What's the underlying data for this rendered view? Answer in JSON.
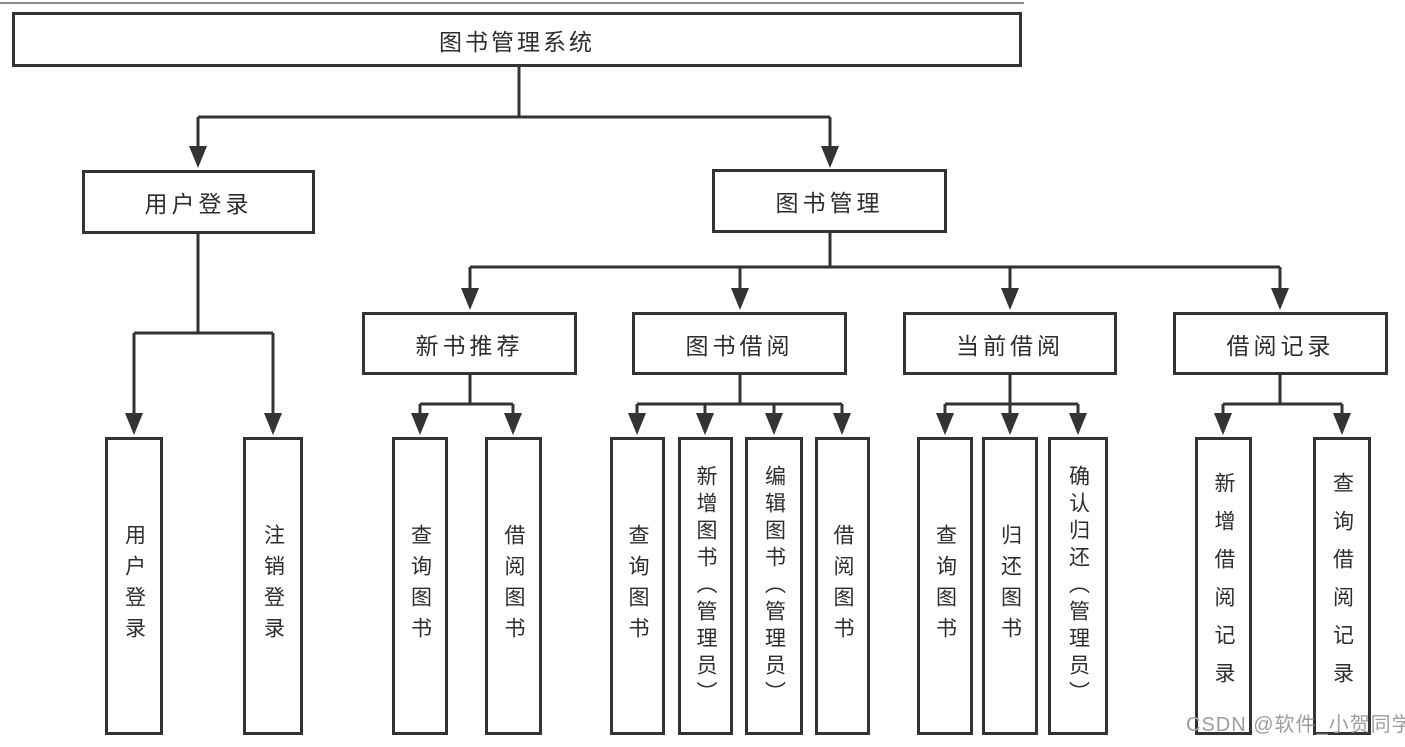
{
  "diagram": {
    "title": "图书管理系统",
    "level2": {
      "user_login": "用户登录",
      "book_mgmt": "图书管理"
    },
    "level3": {
      "new_book": "新书推荐",
      "book_borrow": "图书借阅",
      "current_borrow": "当前借阅",
      "borrow_records": "借阅记录"
    },
    "leaves": {
      "user_login": [
        "用户登录",
        "注销登录"
      ],
      "new_book": [
        "查询图书",
        "借阅图书"
      ],
      "book_borrow": [
        "查询图书",
        "新增图书（管理员）",
        "编辑图书（管理员）",
        "借阅图书"
      ],
      "current_borrow": [
        "查询图书",
        "归还图书",
        "确认归还（管理员）"
      ],
      "borrow_records": [
        "新增借阅记录",
        "查询借阅记录"
      ]
    }
  },
  "watermark": "CSDN @软件_小贺同学",
  "colors": {
    "line": "#333333",
    "text": "#2d2d2d",
    "watermark": "#9e9e9e",
    "background": "#ffffff"
  }
}
